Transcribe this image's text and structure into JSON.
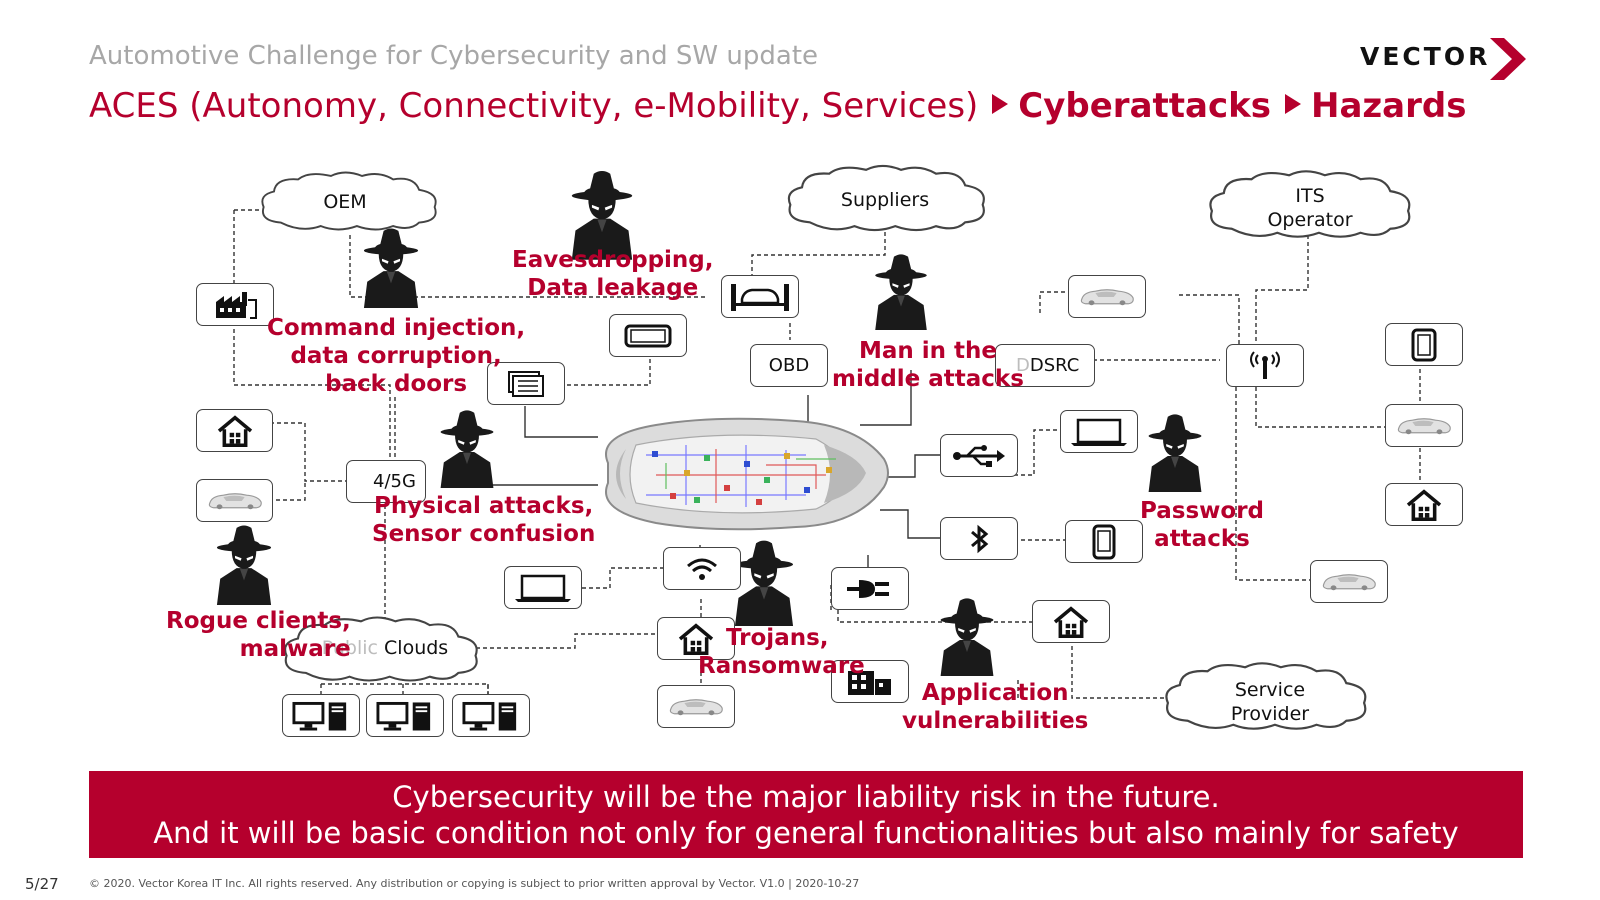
{
  "header": {
    "subtitle": "Automotive Challenge for Cybersecurity and SW update",
    "title_part1": "ACES (Autonomy, Connectivity, e-Mobility, Services)",
    "title_part2": "Cyberattacks",
    "title_part3": "Hazards",
    "logo_text": "VECTOR"
  },
  "clouds": {
    "oem": "OEM",
    "suppliers": "Suppliers",
    "its_line1": "ITS",
    "its_line2": "Operator",
    "public_clouds_prefix": "Public",
    "public_clouds_suffix": " Clouds",
    "service_line1": "Service",
    "service_line2": "Provider"
  },
  "nodes": {
    "obd": "OBD",
    "dsrc": "DSRC",
    "g45": "4/5G"
  },
  "threats": {
    "eavesdropping": [
      "Eavesdropping,",
      "Data leakage"
    ],
    "command_injection": [
      "Command injection,",
      "data corruption,",
      "back doors"
    ],
    "mitm": [
      "Man in the",
      "middle attacks"
    ],
    "physical": [
      "Physical attacks,",
      "Sensor confusion"
    ],
    "password": [
      "Password",
      "attacks"
    ],
    "rogue": [
      "Rogue clients,",
      "malware"
    ],
    "trojans": [
      "Trojans,",
      "Ransomware"
    ],
    "application": [
      "Application",
      "vulnerabilities"
    ]
  },
  "banner": {
    "line1": "Cybersecurity will be the major liability risk in the future.",
    "line2": "And it will be basic condition not only for general functionalities but also mainly for safety"
  },
  "footer": {
    "page": "5/27",
    "copyright": "© 2020. Vector Korea IT Inc. All rights reserved. Any distribution or copying is subject to prior written approval by Vector.  V1.0 | 2020-10-27"
  },
  "colors": {
    "accent": "#b5002d",
    "subtitle_gray": "#a7a7a7",
    "hacker": "#1a1a1a"
  }
}
